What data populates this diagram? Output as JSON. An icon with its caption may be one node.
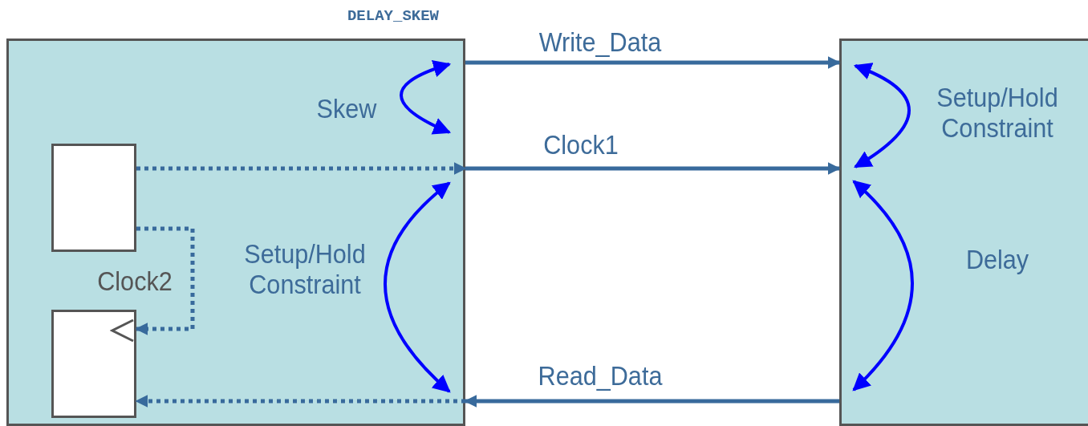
{
  "diagram": {
    "nodes": [
      {
        "text": [
          "DELAY_SKEW"
        ]
      },
      {
        "text": [],
        "shape": "box"
      },
      {
        "text": [],
        "shape": "box",
        "in": 0
      },
      {
        "text": [],
        "shape": "box",
        "in": 0
      }
    ],
    "edges": [
      {
        "from": 0,
        "to": 1,
        "arrow": "to",
        "label": "Write_Data"
      },
      {
        "from": 0,
        "to": 1,
        "arrow": "to",
        "label": "Clock1"
      },
      {
        "from": 1,
        "to": 0,
        "arrow": "to",
        "label": "Read_Data"
      },
      {
        "from": 2,
        "to": 0,
        "arrow": "to",
        "style": "dashed"
      },
      {
        "from": 2,
        "to": 3,
        "arrow": "to",
        "style": "dashed",
        "label": "Clock2"
      },
      {
        "from": 0,
        "to": 3,
        "arrow": "to",
        "style": "dashed"
      }
    ],
    "labels": [
      "Skew",
      "Setup/Hold Constraint",
      "Setup/Hold Constraint",
      "Delay"
    ]
  }
}
